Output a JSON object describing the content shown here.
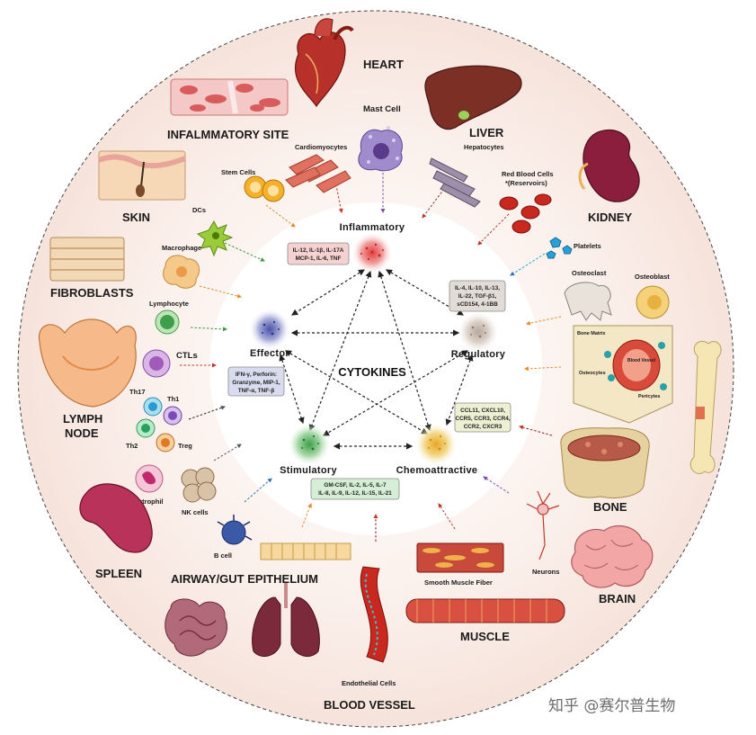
{
  "center": {
    "title": "CYTOKINES"
  },
  "nodes": {
    "inflammatory": {
      "label": "Inflammatory",
      "box": [
        "IL-12, IL-1β, IL-17A",
        "MCP-1, IL-6, TNF"
      ]
    },
    "regulatory": {
      "label": "Regulatory",
      "box": [
        "IL-4, IL-10, IL-13,",
        "IL-22, TGF-β1,",
        "sCD154, 4-1BB"
      ]
    },
    "effector": {
      "label": "Effector",
      "box": [
        "IFN-γ, Perforin:",
        "Granzyme, MIP-1,",
        "TNF-α, TNF-β"
      ]
    },
    "stimulatory": {
      "label": "Stimulatory",
      "box": [
        "GM-CSF, IL-2, IL-5, IL-7",
        "IL-8, IL-9, IL-12, IL-15, IL-21"
      ]
    },
    "chemoattractive": {
      "label": "Chemoattractive",
      "box": [
        "CCL11, CXCL10,",
        "CCR5, CCR3, CCR4,",
        "CCR2, CXCR3"
      ]
    }
  },
  "organs": {
    "heart": "HEART",
    "liver": "LIVER",
    "kidney": "KIDNEY",
    "inflammatory_site": "INFALMMATORY SITE",
    "skin": "SKIN",
    "fibroblasts": "FIBROBLASTS",
    "lymph_node_1": "LYMPH",
    "lymph_node_2": "NODE",
    "spleen": "SPLEEN",
    "airway": "AIRWAY/GUT EPITHELIUM",
    "blood_vessel": "BLOOD VESSEL",
    "muscle": "MUSCLE",
    "bone": "BONE",
    "brain": "BRAIN"
  },
  "cells": {
    "mast_cell": "Mast Cell",
    "cardiomyocytes": "Cardiomyocytes",
    "hepatocytes": "Hepatocytes",
    "rbc_1": "Red Blood Cells",
    "rbc_2": "*(Reservoirs)",
    "platelets": "Platelets",
    "stem_cells": "Stem Cells",
    "dcs": "DCs",
    "macrophage": "Macrophage",
    "lymphocyte": "Lymphocyte",
    "ctls": "CTLs",
    "th17": "Th17",
    "th1": "Th1",
    "th2": "Th2",
    "treg": "Treg",
    "neutrophil": "Neutrophil",
    "nk_cells": "NK cells",
    "b_cell": "B cell",
    "osteoclast": "Osteoclast",
    "osteoblast": "Osteoblast",
    "bone_matrix": "Bone Matrix",
    "osteocytes": "Osteocytes",
    "blood_vessel_small": "Blood Vessel",
    "pericytes": "Pericytes",
    "neurons": "Neurons",
    "smooth_muscle": "Smooth Muscle Fiber",
    "endothelial": "Endothelial Cells"
  },
  "watermark": "知乎 @赛尔普生物",
  "colors": {
    "outer_ring": "#f8e9e3",
    "inner_disk": "#ffffff",
    "inflammatory_box": "#f6d1d1",
    "regulatory_box": "#e2dcd6",
    "effector_box": "#d9dbef",
    "stimulatory_box": "#d6eed6",
    "chemoattractive_box": "#eef0d2"
  }
}
